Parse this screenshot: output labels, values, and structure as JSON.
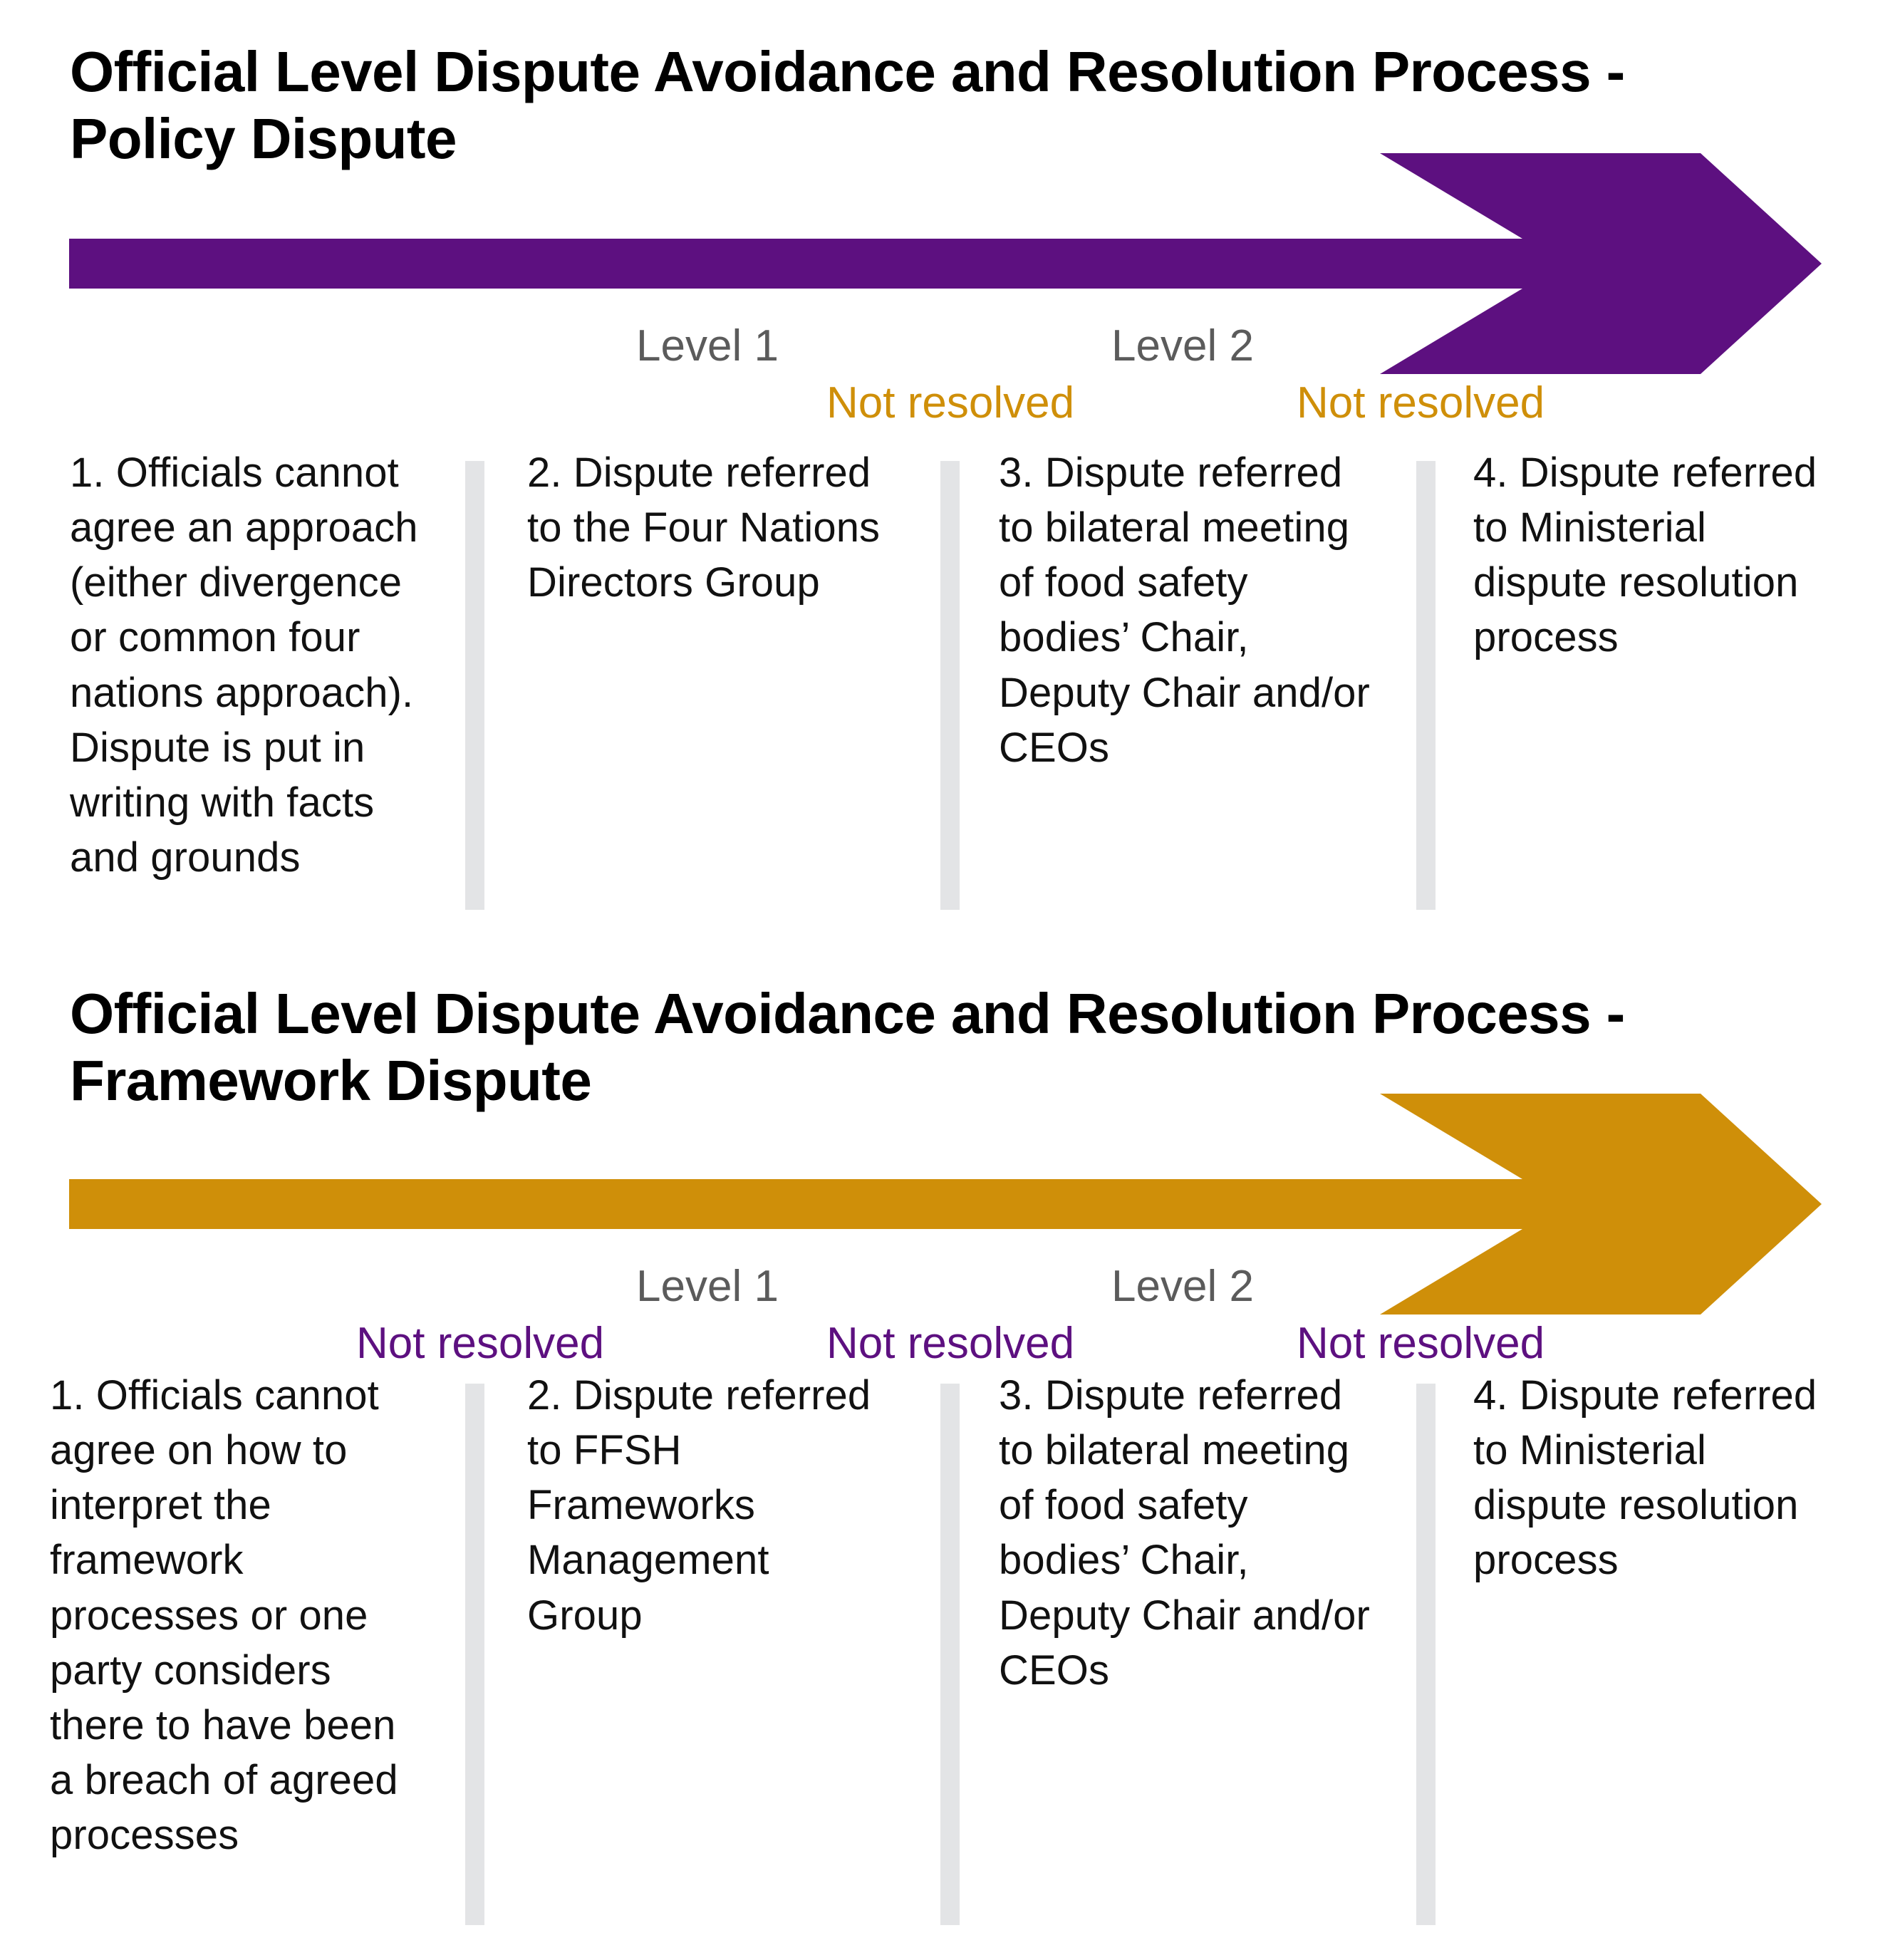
{
  "colors": {
    "policy_accent": "#5d1080",
    "framework_accent": "#cf8f09",
    "level_label": "#5b5b5b",
    "divider": "#e3e4e6",
    "text": "#111111"
  },
  "sections": [
    {
      "id": "policy",
      "title": "Official Level Dispute Avoidance and Resolution Process - Policy Dispute",
      "arrow_color": "#5d1080",
      "arrow_name": "right-arrow-policy",
      "level_labels": [
        {
          "label": "Level 1"
        },
        {
          "label": "Level 2"
        }
      ],
      "not_resolved_labels": [
        {
          "label": "Not resolved"
        },
        {
          "label": "Not resolved"
        }
      ],
      "not_resolved_color": "#cf8f09",
      "steps": [
        {
          "number": "1",
          "text": "1. Officials cannot agree an approach (either divergence or common four nations approach). Dispute is put in writing with facts and grounds"
        },
        {
          "number": "2",
          "text": "2. Dispute referred to the Four Nations Directors Group"
        },
        {
          "number": "3",
          "text": "3. Dispute referred to bilateral meeting of food safety bodies’ Chair, Deputy Chair and/or CEOs"
        },
        {
          "number": "4",
          "text": "4. Dispute referred to Ministerial dispute resolution process"
        }
      ]
    },
    {
      "id": "framework",
      "title": "Official Level Dispute Avoidance and Resolution Process - Framework Dispute",
      "arrow_color": "#cf8f09",
      "arrow_name": "right-arrow-framework",
      "level_labels": [
        {
          "label": "Level 1"
        },
        {
          "label": "Level 2"
        }
      ],
      "not_resolved_labels": [
        {
          "label": "Not resolved"
        },
        {
          "label": "Not resolved"
        },
        {
          "label": "Not resolved"
        }
      ],
      "not_resolved_color": "#5d1080",
      "steps": [
        {
          "number": "1",
          "text": "1. Officials cannot agree on how to interpret the framework processes or one party considers there to have been a breach of agreed processes"
        },
        {
          "number": "2",
          "text": "2. Dispute referred to FFSH Frameworks Management Group"
        },
        {
          "number": "3",
          "text": "3. Dispute referred to bilateral meeting of food safety bodies’ Chair, Deputy Chair and/or CEOs"
        },
        {
          "number": "4",
          "text": "4. Dispute referred to Ministerial dispute resolution process"
        }
      ]
    }
  ]
}
